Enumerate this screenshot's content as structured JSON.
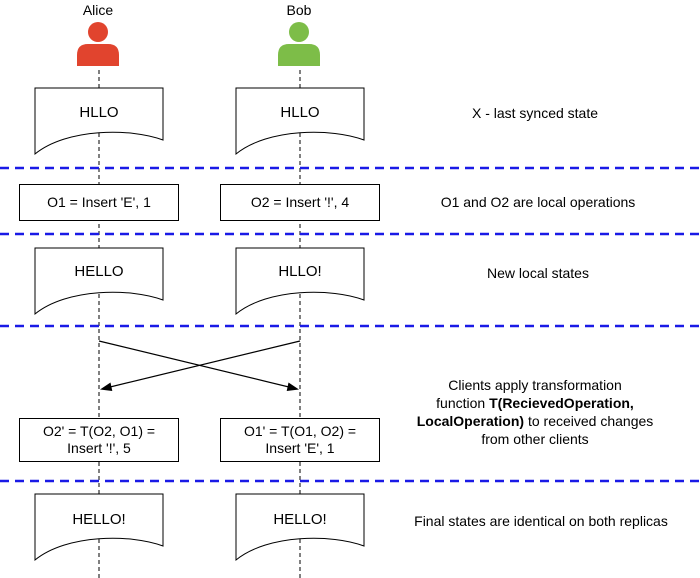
{
  "actors": {
    "alice": {
      "name": "Alice",
      "color": "#E1442E"
    },
    "bob": {
      "name": "Bob",
      "color": "#7DBD48"
    }
  },
  "row1": {
    "alice_doc": "HLLO",
    "bob_doc": "HLLO",
    "note": "X - last synced state"
  },
  "row2": {
    "alice_op": "O1 = Insert 'E', 1",
    "bob_op": "O2 = Insert '!', 4",
    "note": "O1 and O2 are local operations"
  },
  "row3": {
    "alice_doc": "HELLO",
    "bob_doc": "HLLO!",
    "note": "New local states"
  },
  "row4": {
    "alice_op_line1": "O2' = T(O2, O1) =",
    "alice_op_line2": "Insert '!', 5",
    "bob_op_line1": "O1' = T(O1, O2) =",
    "bob_op_line2": "Insert 'E', 1",
    "note_line1": "Clients apply transformation",
    "note_line2_pre": "function ",
    "note_line2_bold": "T(RecievedOperation,",
    "note_line3_bold": "LocalOperation)",
    "note_line3_post": " to received changes",
    "note_line4": "from other clients"
  },
  "row5": {
    "alice_doc": "HELLO!",
    "bob_doc": "HELLO!",
    "note": "Final states are identical on both replicas"
  },
  "colors": {
    "separator": "#1A1AE6",
    "lifeline": "#000000"
  }
}
